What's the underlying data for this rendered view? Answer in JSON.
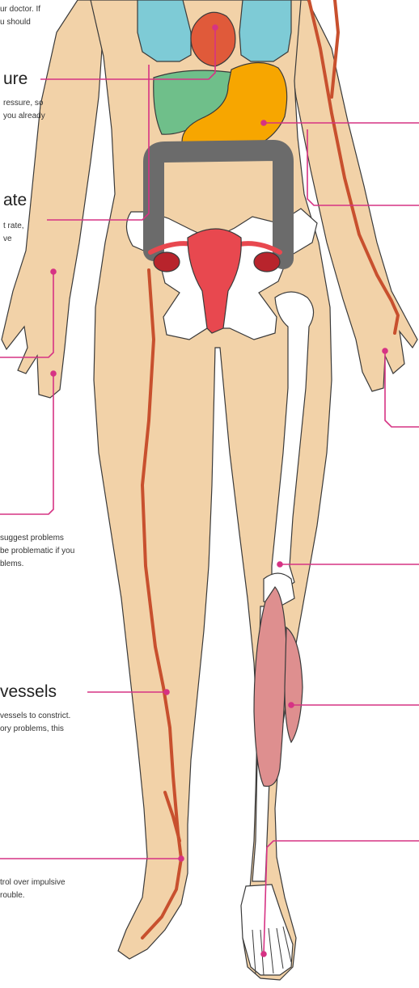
{
  "colors": {
    "skin": "#f2d2a8",
    "outline": "#3a3a3a",
    "bone": "#ffffff",
    "callout_line": "#d63384",
    "lungs": "#7ecbd6",
    "heart": "#e05a3a",
    "liver": "#6fbf8a",
    "stomach": "#f7a600",
    "intestine": "#6b6b6b",
    "uterus": "#e8484f",
    "ovary": "#b8242c",
    "blood_vessel": "#c8502e",
    "muscle": "#de8f8f"
  },
  "callouts": {
    "top_fragment": {
      "text": "ur doctor. If\nu should"
    },
    "blood_pressure": {
      "heading": "ure",
      "text": "ressure, so\nyou already"
    },
    "heart_rate": {
      "heading": "ate",
      "text": "t rate,\nve"
    },
    "hands": {
      "text": "suggest problems\nbe problematic if you\nblems."
    },
    "blood_vessels": {
      "heading": "vessels",
      "text": "vessels to constrict.\nory problems, this"
    },
    "impulse": {
      "text": "trol over impulsive\nrouble."
    }
  }
}
